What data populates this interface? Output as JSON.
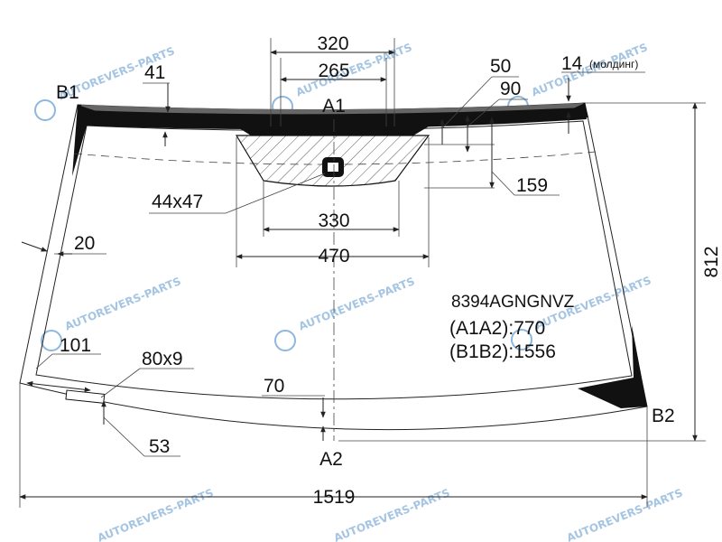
{
  "diagram": {
    "dimensions": {
      "d320": "320",
      "d265": "265",
      "d50": "50",
      "d14": "14",
      "d14_note": "(молдинг)",
      "d41": "41",
      "d90": "90",
      "d159": "159",
      "d44x47": "44x47",
      "d330": "330",
      "d470": "470",
      "d20": "20",
      "d812": "812",
      "d101": "101",
      "d80x9": "80x9",
      "d70": "70",
      "d53": "53",
      "d1519": "1519"
    },
    "points": {
      "a1": "A1",
      "a2": "A2",
      "b1": "B1",
      "b2": "B2"
    },
    "code_block": {
      "code": "8394AGNGNVZ",
      "a1a2": "(A1A2):770",
      "b1b2": "(B1B2):1556"
    },
    "watermark": "AUTOREVERS-PARTS",
    "colors": {
      "blackout": "#111111",
      "molding": "#555555",
      "watermark": "#8fb7dd"
    }
  }
}
